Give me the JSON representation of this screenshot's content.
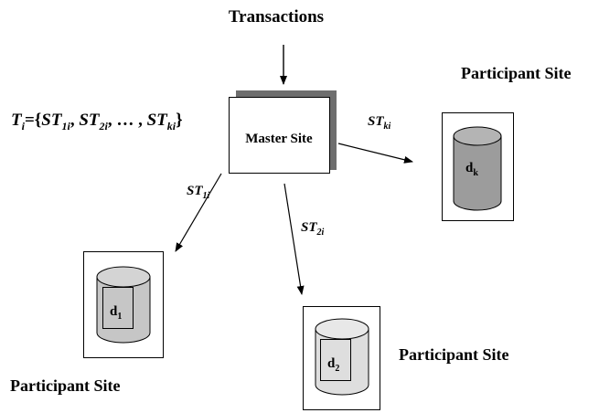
{
  "title": "Transactions",
  "formula": {
    "lhs_var": "T",
    "lhs_sub": "i",
    "eq_open": "={",
    "st1_var": "ST",
    "st1_sub": "1i",
    "st2_var": "ST",
    "st2_sub": "2i",
    "ellipsis": "…",
    "stk_var": "ST",
    "stk_sub": "ki",
    "close": "}"
  },
  "master": {
    "label": "Master Site"
  },
  "edges": [
    {
      "var": "ST",
      "sub": "ki"
    },
    {
      "var": "ST",
      "sub": "1i"
    },
    {
      "var": "ST",
      "sub": "2i"
    }
  ],
  "sites": [
    {
      "label": "Participant Site",
      "db_var": "d",
      "db_sub": "k"
    },
    {
      "label": "Participant Site",
      "db_var": "d",
      "db_sub": "1"
    },
    {
      "label": "Participant Site",
      "db_var": "d",
      "db_sub": "2"
    }
  ],
  "colors": {
    "line": "#000000",
    "shadow": "#6e6e6e",
    "cylinder_k": "#9c9c9c",
    "cylinder_1": "#c6c6c6",
    "cylinder_2": "#dedede"
  }
}
